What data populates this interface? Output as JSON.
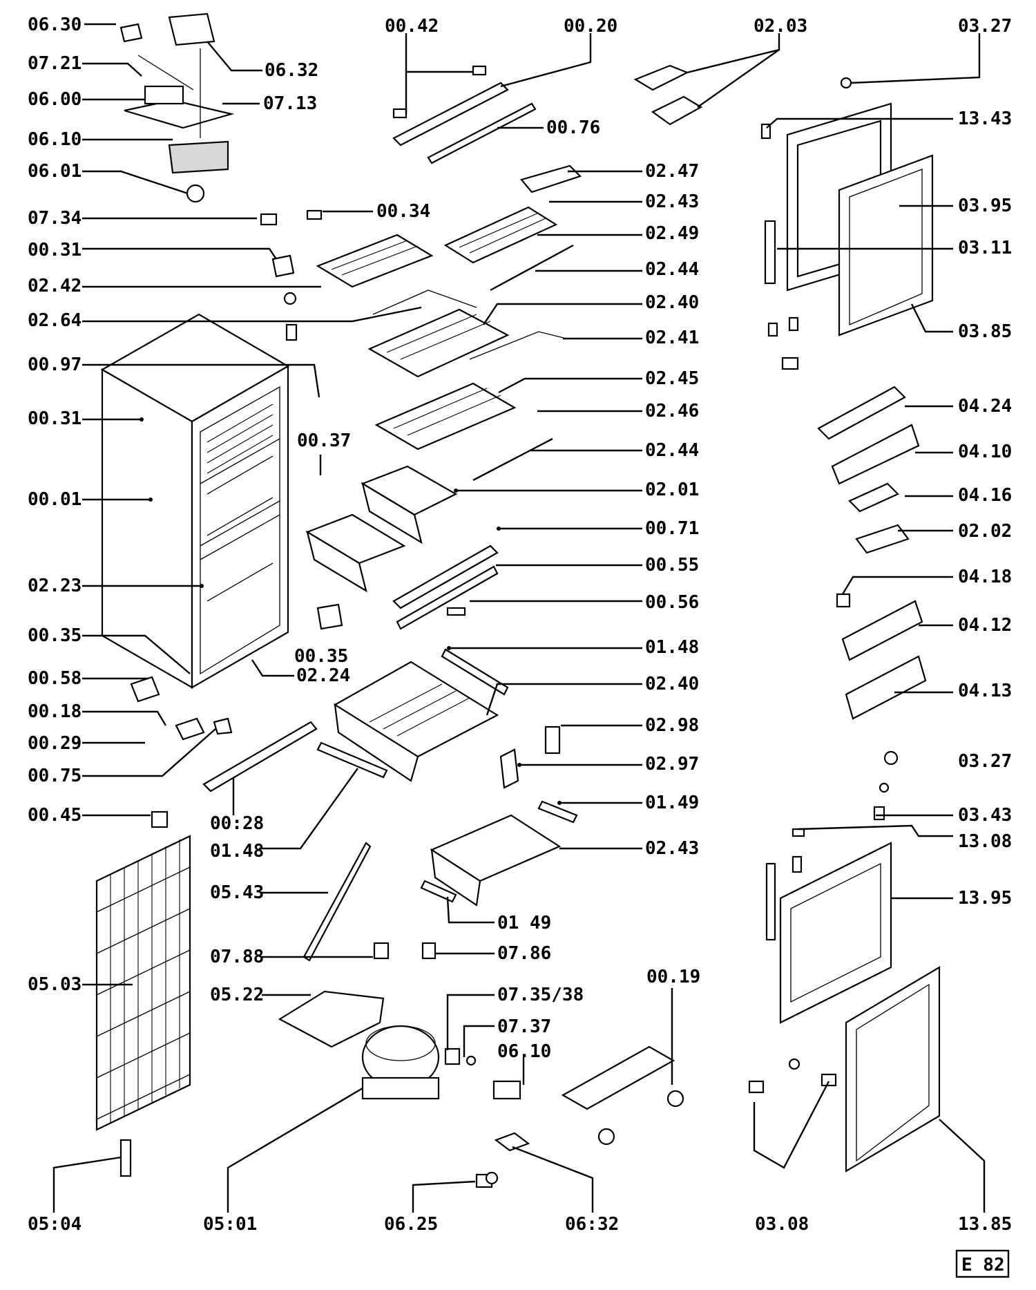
{
  "labels": [
    "06.30",
    "07.21",
    "06.00",
    "06.10",
    "06.01",
    "06.32",
    "07.13",
    "00.42",
    "00.20",
    "00.76",
    "02.03",
    "03.27",
    "13.43",
    "07.34",
    "00.34",
    "02.47",
    "02.43",
    "02.49",
    "00.31",
    "02.44",
    "02.42",
    "02.40",
    "02.64",
    "02.41",
    "03.95",
    "03.11",
    "03.85",
    "00.97",
    "02.45",
    "00.31",
    "02.46",
    "00.37",
    "02.44",
    "04.24",
    "04.10",
    "04.16",
    "00.01",
    "02.01",
    "00.71",
    "02.02",
    "00.55",
    "04.18",
    "02.23",
    "00.56",
    "04.12",
    "00.35",
    "00.35",
    "01.48",
    "02.24",
    "04.13",
    "00.58",
    "02.40",
    "00.18",
    "02.98",
    "00.29",
    "02.97",
    "03.27",
    "00.75",
    "01.49",
    "03.43",
    "00.45",
    "00:28",
    "13.08",
    "01.48",
    "02.43",
    "13.95",
    "05.43",
    "01 49",
    "07.88",
    "07.86",
    "05.03",
    "00.19",
    "05.22",
    "07.35/38",
    "07.37",
    "06.10",
    "05:04",
    "05:01",
    "06.25",
    "06:32",
    "03.08",
    "13.85"
  ],
  "ref_box": "E 82"
}
